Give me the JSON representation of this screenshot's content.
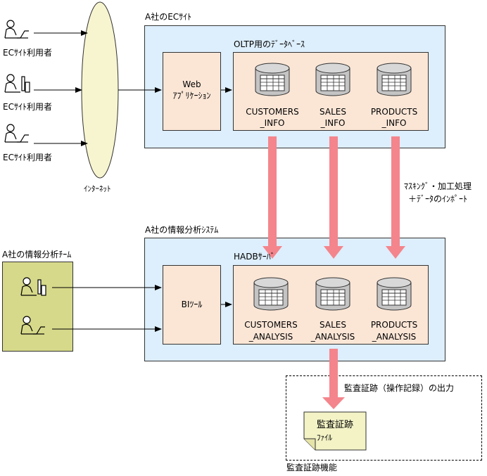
{
  "users": {
    "label1": "ECｻｲﾄ利用者",
    "label2": "ECｻｲﾄ利用者",
    "label3": "ECｻｲﾄ利用者"
  },
  "internet": {
    "label": "ｲﾝﾀｰﾈｯﾄ"
  },
  "ec_site": {
    "title": "A社のECｻｲﾄ",
    "web_app_line1": "Web",
    "web_app_line2": "ｱﾌﾟﾘｹｰｼｮﾝ",
    "oltp_db_title": "OLTP用のﾃﾞｰﾀﾍﾞｰｽ",
    "tables": [
      {
        "line1": "CUSTOMERS",
        "line2": "_INFO"
      },
      {
        "line1": "SALES",
        "line2": "_INFO"
      },
      {
        "line1": "PRODUCTS",
        "line2": "_INFO"
      }
    ]
  },
  "import_label": {
    "line1": "ﾏｽｷﾝｸﾞ・加工処理",
    "line2": "＋ﾃﾞｰﾀのｲﾝﾎﾟｰﾄ"
  },
  "analysis_system": {
    "title": "A社の情報分析ｼｽﾃﾑ",
    "bi_tool": "BIﾂｰﾙ",
    "hadb_title": "HADBｻｰﾊﾞ",
    "tables": [
      {
        "line1": "CUSTOMERS",
        "line2": "_ANALYSIS"
      },
      {
        "line1": "SALES",
        "line2": "_ANALYSIS"
      },
      {
        "line1": "PRODUCTS",
        "line2": "_ANALYSIS"
      }
    ]
  },
  "team": {
    "title": "A社の情報分析ﾁｰﾑ"
  },
  "audit": {
    "output_label": "監査証跡（操作記録）の出力",
    "file_line1": "監査証跡",
    "file_line2": "ﾌｧｲﾙ",
    "feature_label": "監査証跡機能"
  },
  "colors": {
    "blue_box": "#ddeefc",
    "peach_box": "#fbe6d6",
    "team_box": "#d6d98a",
    "internet": "#f7f5cf",
    "pink_arrow": "#f4858c",
    "db_gray": "#c4c4c4",
    "file_yellow": "#f3f3c6"
  }
}
